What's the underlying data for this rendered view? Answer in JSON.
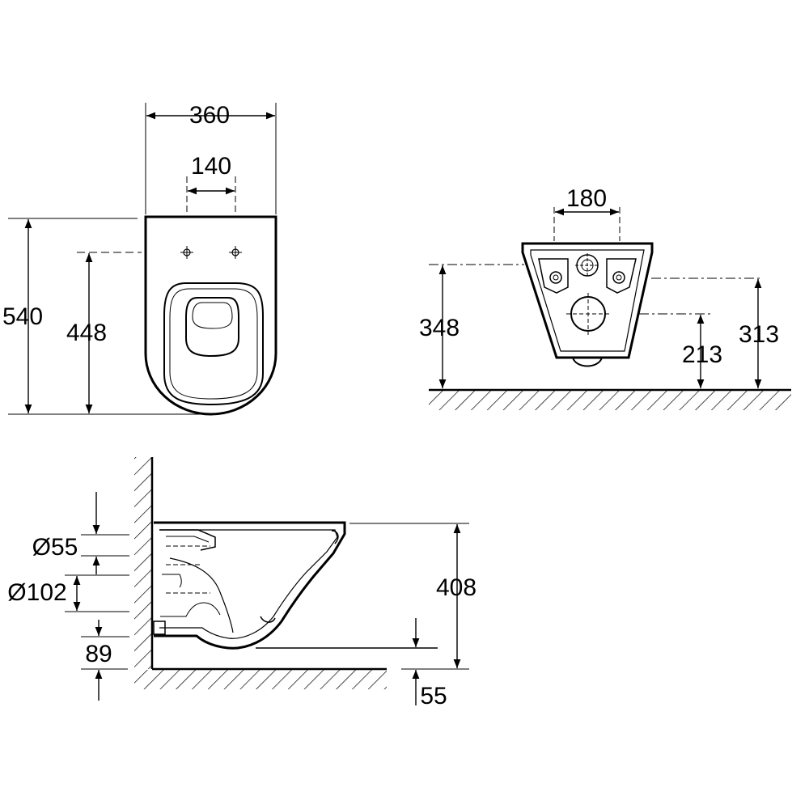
{
  "views": {
    "top": {
      "width": "360",
      "hole_spacing": "140",
      "length": "540",
      "hole_distance": "448"
    },
    "back": {
      "inlet_spacing": "180",
      "inlet_height": "348",
      "outlet_height": "213",
      "mount_height": "313"
    },
    "side": {
      "inlet_diameter": "Ø55",
      "outlet_diameter": "Ø102",
      "outlet_center_height": "89",
      "bowl_height": "408",
      "rim_clearance": "55"
    }
  },
  "colors": {
    "line": "#000000",
    "background": "#ffffff"
  }
}
